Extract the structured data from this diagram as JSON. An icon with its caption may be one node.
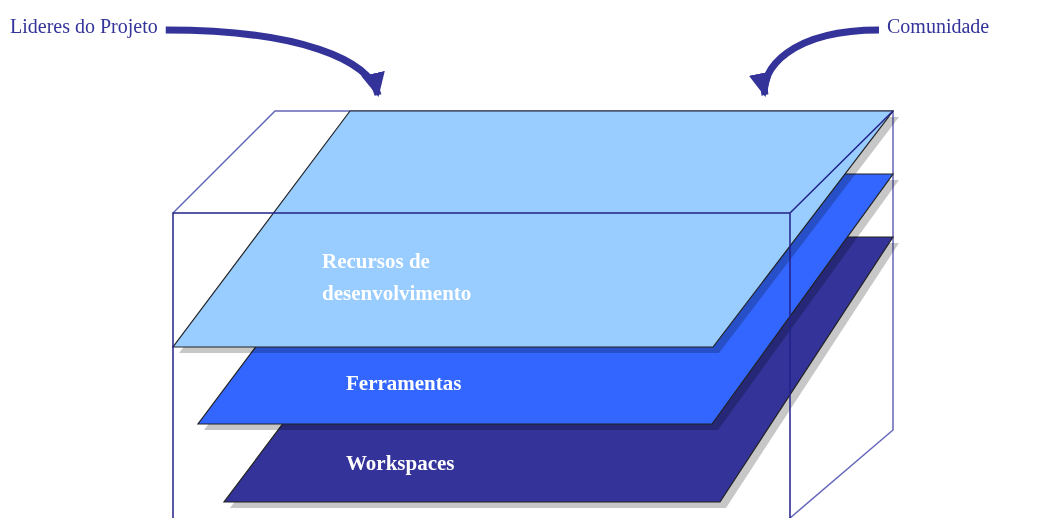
{
  "diagram": {
    "nodes": [
      {
        "text": [
          "Lideres do Projeto"
        ]
      },
      {
        "text": [
          "Comunidade"
        ]
      },
      {
        "text": [
          "Recursos de desenvolvimento"
        ]
      },
      {
        "text": [
          "Ferramentas"
        ]
      },
      {
        "text": [
          "Workspaces"
        ]
      }
    ],
    "edges": [
      {
        "from": 0,
        "to": 2,
        "arrow": "to"
      },
      {
        "from": 1,
        "to": 2,
        "arrow": "to"
      }
    ]
  }
}
